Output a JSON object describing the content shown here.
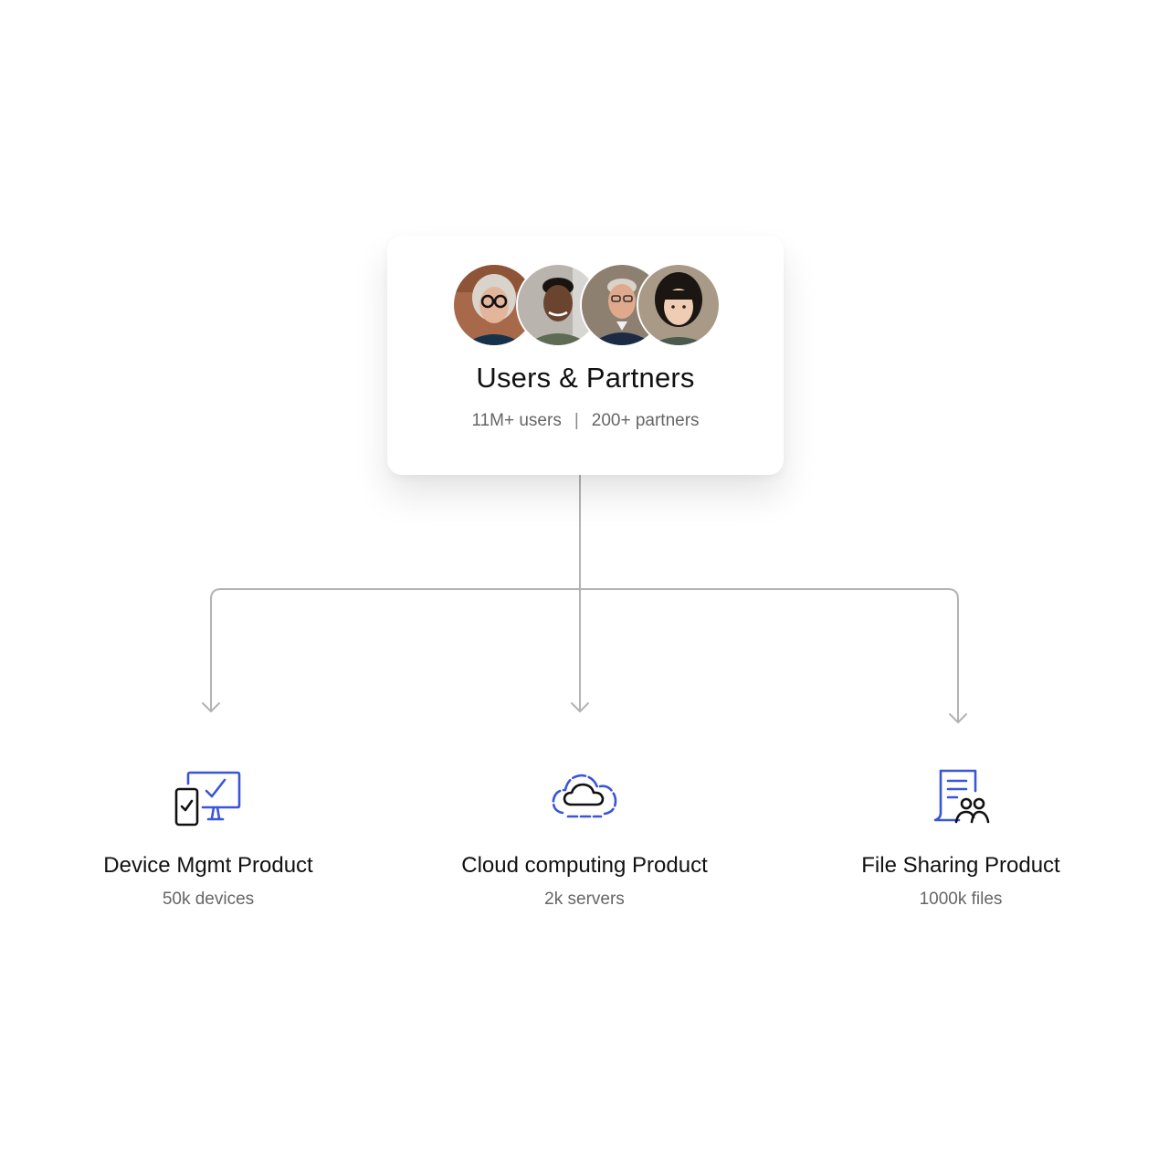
{
  "header": {
    "title": "Users & Partners",
    "users_stat": "11M+ users",
    "separator": "|",
    "partners_stat": "200+ partners",
    "avatars": [
      {
        "name": "avatar-woman-glasses"
      },
      {
        "name": "avatar-young-man"
      },
      {
        "name": "avatar-older-man-glasses"
      },
      {
        "name": "avatar-young-woman"
      }
    ]
  },
  "products": [
    {
      "name": "Device Mgmt Product",
      "metric": "50k devices",
      "icon": "device-management-icon"
    },
    {
      "name": "Cloud computing Product",
      "metric": "2k servers",
      "icon": "cloud-icon"
    },
    {
      "name": "File Sharing Product",
      "metric": "1000k files",
      "icon": "file-sharing-icon"
    }
  ],
  "colors": {
    "accent": "#3b55d9",
    "line": "#b3b3b3",
    "icon_dark": "#111111"
  }
}
